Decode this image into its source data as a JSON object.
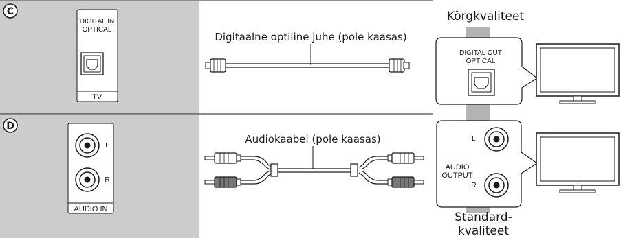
{
  "section_c": {
    "badge": "C",
    "tv_port_label_line1": "DIGITAL IN",
    "tv_port_label_line2": "OPTICAL",
    "tv_footer": "TV",
    "cable_caption": "Digitaalne optiline juhe (pole kaasas)",
    "device_port_label_line1": "DIGITAL OUT",
    "device_port_label_line2": "OPTICAL",
    "quality_label": "Kõrgkvaliteet"
  },
  "section_d": {
    "badge": "D",
    "tv_jack_left": "L",
    "tv_jack_right": "R",
    "tv_footer": "AUDIO IN",
    "cable_caption": "Audiokaabel (pole kaasas)",
    "device_output_line1": "AUDIO",
    "device_output_line2": "OUTPUT",
    "device_jack_left": "L",
    "device_jack_right": "R",
    "quality_label_line1": "Standard-",
    "quality_label_line2": "kvaliteet"
  },
  "colors": {
    "panel_gray": "#cccccc",
    "quality_bar_gray": "#b3b3b3",
    "plug_dark": "#777777",
    "line": "#1a1a1a"
  }
}
